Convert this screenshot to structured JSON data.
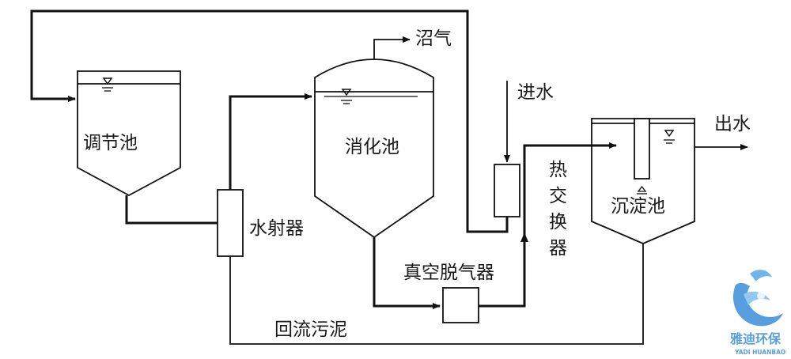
{
  "labels": {
    "regulating_tank": "调节池",
    "digester": "消化池",
    "biogas": "沼气",
    "water_in": "进水",
    "water_out": "出水",
    "heat_exchanger": [
      "热",
      "交",
      "换",
      "器"
    ],
    "settling_tank": "沉淀池",
    "water_ejector": "水射器",
    "vacuum_degasser": "真空脱气器",
    "return_sludge": "回流污泥"
  },
  "logo": {
    "name": "雅迪环保",
    "subtitle": "YADI HUANBAO",
    "color": "#3a8fd6"
  },
  "colors": {
    "line": "#111111",
    "background": "#ffffff"
  }
}
